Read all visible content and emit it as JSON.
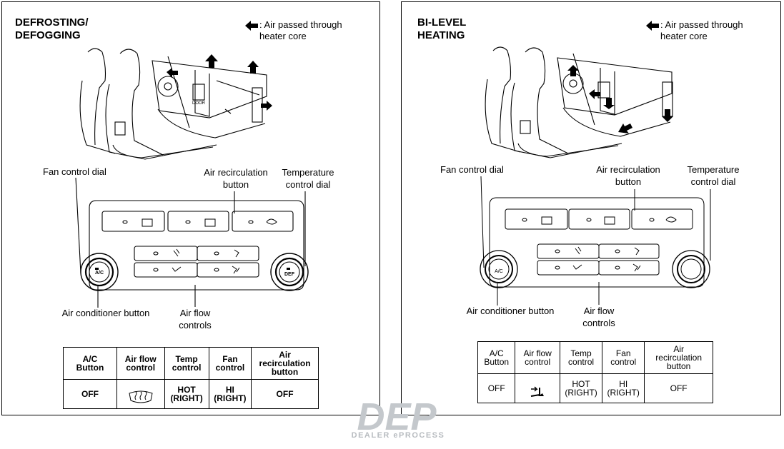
{
  "left": {
    "title": "DEFROSTING/\nDEFOGGING",
    "legend_text": ": Air passed through\nheater core",
    "callouts": {
      "fan_control_dial": "Fan control dial",
      "air_recirculation_button": "Air recirculation\nbutton",
      "temperature_control_dial": "Temperature\ncontrol dial",
      "air_conditioner_button": "Air conditioner button",
      "air_flow_controls": "Air flow\ncontrols"
    },
    "panel_labels": {
      "ac": "A/C",
      "defrost": "DEF"
    },
    "table": {
      "headers": [
        "A/C\nButton",
        "Air flow\ncontrol",
        "Temp\ncontrol",
        "Fan\ncontrol",
        "Air\nrecirculation\nbutton"
      ],
      "values": [
        "OFF",
        "",
        "HOT\n(RIGHT)",
        "HI\n(RIGHT)",
        "OFF"
      ],
      "airflow_icon": "windshield-defrost-icon"
    }
  },
  "right": {
    "title": "BI-LEVEL\nHEATING",
    "legend_text": ": Air passed through\nheater core",
    "callouts": {
      "fan_control_dial": "Fan control dial",
      "air_recirculation_button": "Air recirculation\nbutton",
      "temperature_control_dial": "Temperature\ncontrol dial",
      "air_conditioner_button": "Air conditioner button",
      "air_flow_controls": "Air flow\ncontrols"
    },
    "panel_labels": {
      "ac": "A/C"
    },
    "table": {
      "headers": [
        "A/C\nButton",
        "Air flow\ncontrol",
        "Temp\ncontrol",
        "Fan\ncontrol",
        "Air\nrecirculation\nbutton"
      ],
      "values": [
        "OFF",
        "",
        "HOT\n(RIGHT)",
        "HI\n(RIGHT)",
        "OFF"
      ],
      "airflow_icon": "bi-level-airflow-icon"
    }
  },
  "watermark": {
    "logo_text": "DEP",
    "caption": "DEALER ePROCESS"
  },
  "colors": {
    "line": "#000000",
    "watermark": "#c4c8cc"
  }
}
